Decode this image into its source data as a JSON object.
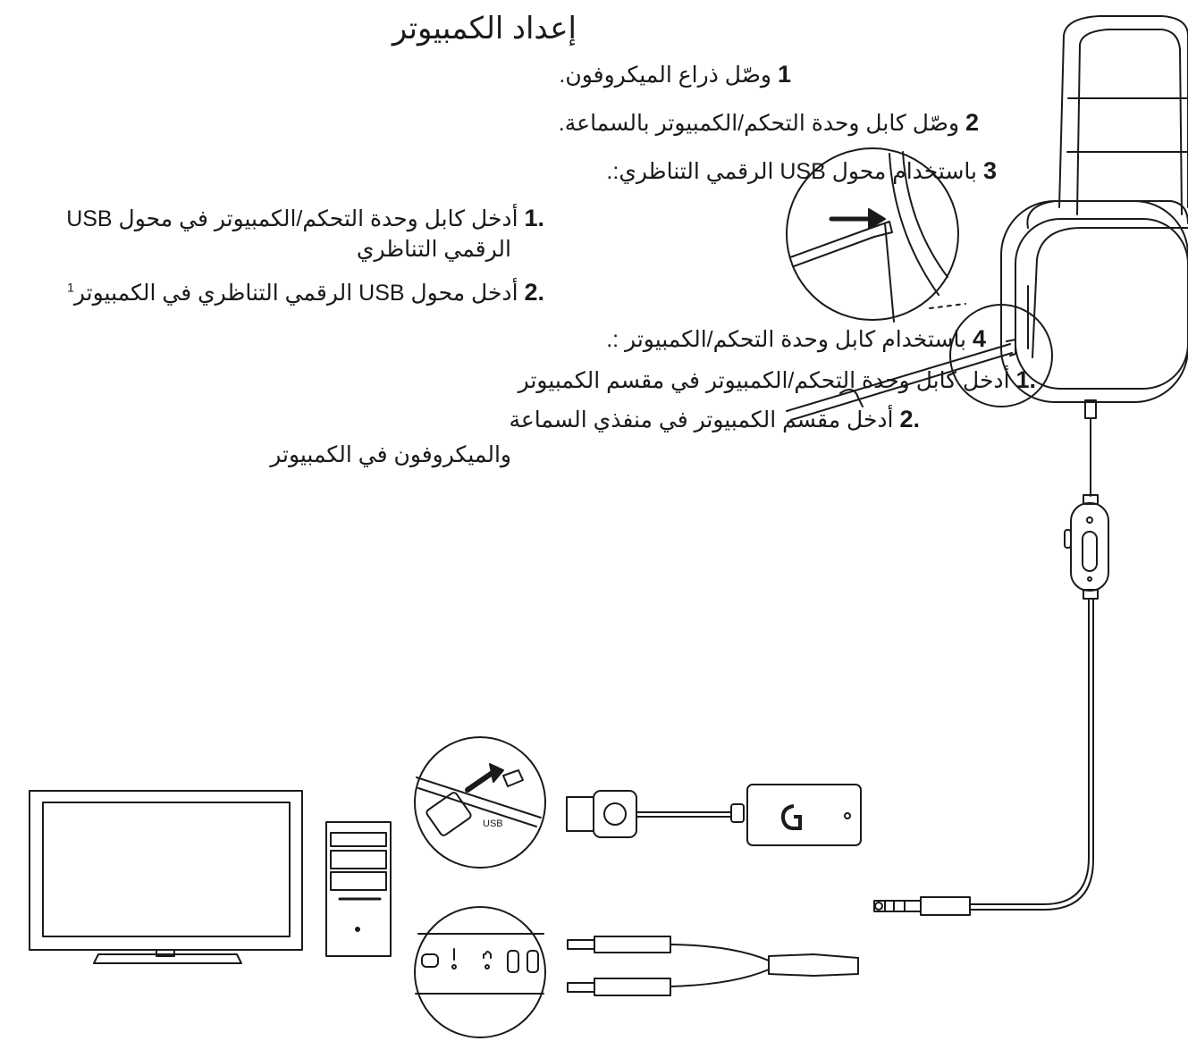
{
  "heading": "إعداد الكمبيوتر",
  "steps": [
    {
      "num": "1",
      "text": "وصّل ذراع الميكروفون."
    },
    {
      "num": "2",
      "text": "وصّل كابل وحدة التحكم/الكمبيوتر بالسماعة."
    },
    {
      "num": "3",
      "text": "باستخدام محول USB الرقمي التناظري:."
    },
    {
      "num": "4",
      "text": "باستخدام كابل وحدة التحكم/الكمبيوتر :."
    }
  ],
  "usb_substeps": [
    {
      "num": "1.",
      "line1": "أدخل كابل وحدة التحكم/الكمبيوتر في محول USB",
      "line2": "الرقمي التناظري"
    },
    {
      "num": "2.",
      "line1": "أدخل محول USB الرقمي التناظري في الكمبيوتر",
      "sup": "1"
    }
  ],
  "cable_substeps": [
    {
      "num": "1.",
      "text": "أدخل كابل وحدة التحكم/الكمبيوتر في مقسم الكمبيوتر"
    },
    {
      "num": "2.",
      "text": "أدخل مقسم الكمبيوتر في منفذي السماعة",
      "line2": "والميكروفون في الكمبيوتر"
    }
  ],
  "illustration": {
    "usb_label": "USB",
    "icons": [
      "headset-icon",
      "monitor-icon",
      "pc-tower-icon",
      "usb-adapter-icon",
      "y-splitter-icon",
      "logitech-g-logo"
    ]
  }
}
